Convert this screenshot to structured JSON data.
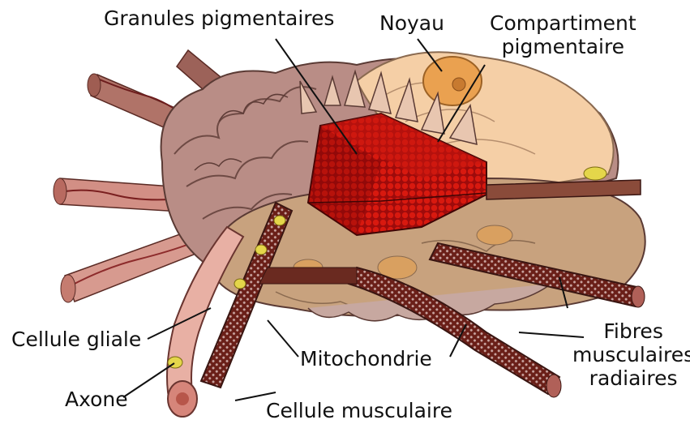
{
  "labels": {
    "granules": "Granules pigmentaires",
    "noyau": "Noyau",
    "compartiment_1": "Compartiment",
    "compartiment_2": "pigmentaire",
    "cellule_gliale": "Cellule gliale",
    "axone": "Axone",
    "mitochondrie": "Mitochondrie",
    "cellule_musculaire": "Cellule musculaire",
    "fibres_1": "Fibres",
    "fibres_2": "musculaires",
    "fibres_3": "radiaires"
  },
  "colors": {
    "pigment_red": "#c4100f",
    "muscle_dark": "#5c1a16",
    "muscle_brown": "#8a4b3a",
    "membrane_mauve": "#a8807a",
    "sheath_pink": "#e8b0a4",
    "compartment_peach": "#f5cfa6",
    "nucleus_orange": "#eaa150",
    "cytoplasm_tan": "#c8a27e",
    "glial_yellow": "#e4d64a"
  }
}
